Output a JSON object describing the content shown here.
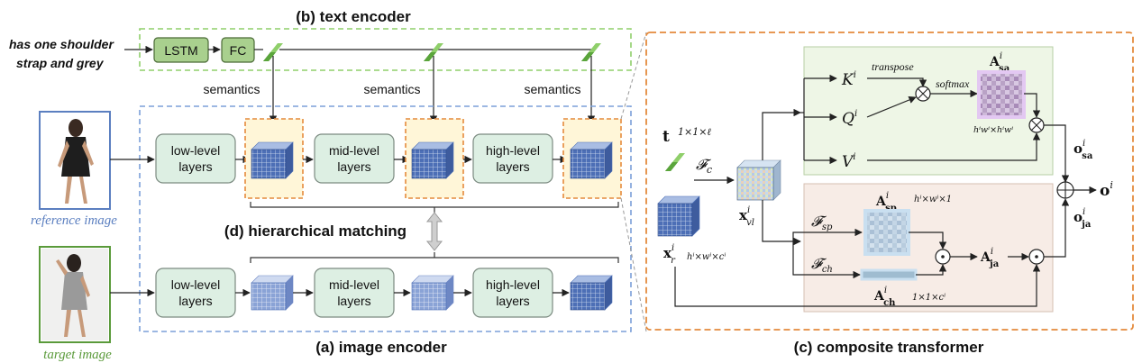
{
  "titles": {
    "text_encoder": "(b) text encoder",
    "image_encoder": "(a) image encoder",
    "composite": "(c) composite transformer",
    "hier": "(d) hierarchical matching"
  },
  "query_text": {
    "line1": "has one shoulder",
    "line2": "strap and grey"
  },
  "text_encoder": {
    "lstm": "LSTM",
    "fc": "FC",
    "semantics": "semantics"
  },
  "image_encoder": {
    "low": [
      "low-level",
      "layers"
    ],
    "mid": [
      "mid-level",
      "layers"
    ],
    "high": [
      "high-level",
      "layers"
    ],
    "reference_caption": "reference image",
    "target_caption": "target image"
  },
  "composite": {
    "t": "t",
    "t_dim": "1×1×ℓ",
    "Fc": "𝓕",
    "Fc_sub": "c",
    "x_vl": "x",
    "x_vl_sup": "i",
    "x_vl_sub": "vl",
    "x_r": "x",
    "x_r_sup": "i",
    "x_r_sub": "r",
    "x_r_dim": "hⁱ×wⁱ×cⁱ",
    "K": "K",
    "Q": "Q",
    "V": "V",
    "sup_i": "i",
    "transpose": "transpose",
    "softmax": "softmax",
    "A": "A",
    "sa": "sa",
    "A_sa_dim": "hⁱwⁱ×hⁱwⁱ",
    "o": "o",
    "ja": "ja",
    "Fsp": "𝓕",
    "sp": "sp",
    "Fch": "𝓕",
    "ch": "ch",
    "A_sp_dim": "hⁱ×wⁱ×1",
    "A_ch_dim": "1×1×cⁱ",
    "oi": "o"
  },
  "colors": {
    "text_encoder_border": "#8fcf6a",
    "text_encoder_fill": "#ffffff",
    "image_encoder_border": "#7b9fd8",
    "composite_border": "#e48a3c",
    "sa_fill": "#eef6e6",
    "ja_fill": "#f7ece6",
    "node_fill": "#ddefe3",
    "node_border": "#7b8a80",
    "lstm_fill": "#a9d08e",
    "caption_blue": "#5b7fc0",
    "caption_green": "#5a9a3a"
  }
}
